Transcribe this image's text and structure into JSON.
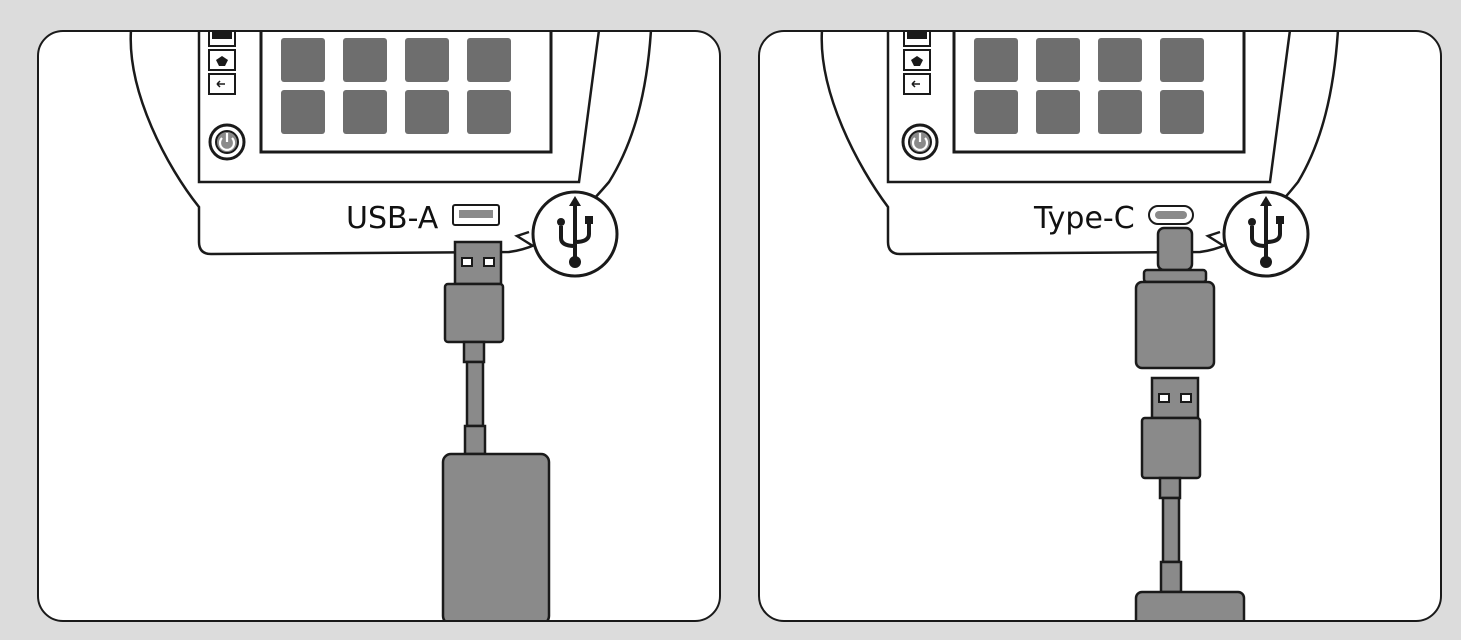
{
  "panels": [
    {
      "id": "left",
      "port_label": "USB-A",
      "port_type": "usb-a",
      "adapter": false,
      "icons": [
        "usb-icon",
        "power-icon"
      ]
    },
    {
      "id": "right",
      "port_label": "Type-C",
      "port_type": "usb-c",
      "adapter": true,
      "icons": [
        "usb-icon",
        "power-icon"
      ]
    }
  ],
  "colors": {
    "background": "#dcdcdc",
    "panel": "#ffffff",
    "outline": "#1a1a1a",
    "device_fill": "#8a8a8a",
    "screen_tile": "#6e6e6e"
  }
}
